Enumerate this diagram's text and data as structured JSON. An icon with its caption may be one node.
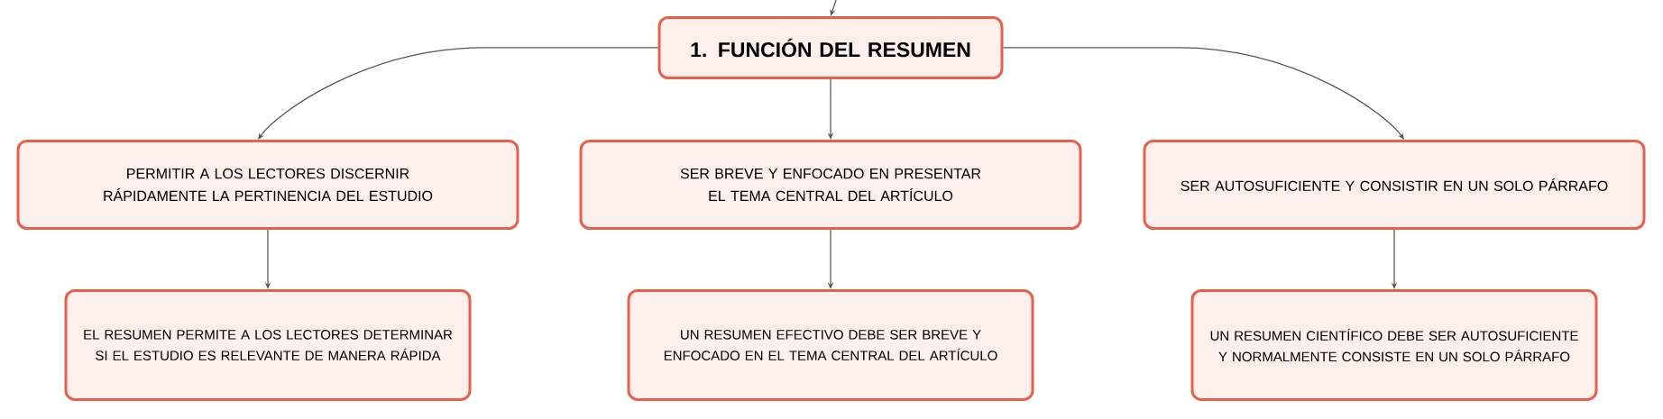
{
  "diagram": {
    "nodes": [
      {
        "text": [
          "1. FUNCIÓN DEL RESUMEN"
        ]
      },
      {
        "text": [
          "PERMITIR A LOS LECTORES DISCERNIR RÁPIDAMENTE LA PERTINENCIA DEL ESTUDIO"
        ]
      },
      {
        "text": [
          "SER BREVE Y ENFOCADO EN PRESENTAR EL TEMA CENTRAL DEL ARTÍCULO"
        ]
      },
      {
        "text": [
          "SER AUTOSUFICIENTE Y CONSISTIR EN UN SOLO PÁRRAFO"
        ]
      },
      {
        "text": [
          "EL RESUMEN PERMITE A LOS LECTORES DETERMINAR SI EL ESTUDIO ES RELEVANTE DE MANERA RÁPIDA"
        ]
      },
      {
        "text": [
          "UN RESUMEN EFECTIVO DEBE SER BREVE Y ENFOCADO EN EL TEMA CENTRAL DEL ARTÍCULO"
        ]
      },
      {
        "text": [
          "UN RESUMEN CIENTÍFICO DEBE SER AUTOSUFICIENTE Y NORMALMENTE CONSISTE EN UN SOLO PÁRRAFO"
        ]
      }
    ],
    "edges": [
      {
        "from": null,
        "to": 0,
        "arrow": "to"
      },
      {
        "from": 0,
        "to": 1,
        "arrow": "to"
      },
      {
        "from": 0,
        "to": 2,
        "arrow": "to"
      },
      {
        "from": 0,
        "to": 3,
        "arrow": "to"
      },
      {
        "from": 1,
        "to": 4,
        "arrow": "to"
      },
      {
        "from": 2,
        "to": 5,
        "arrow": "to"
      },
      {
        "from": 3,
        "to": 6,
        "arrow": "to"
      }
    ]
  }
}
